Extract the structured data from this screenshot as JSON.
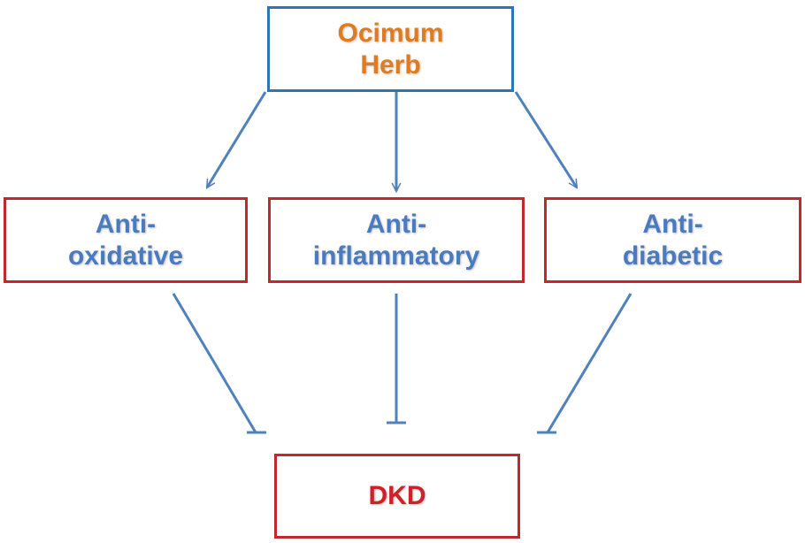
{
  "colors": {
    "source_border": "#2e75b6",
    "source_text": "#e07b20",
    "effect_border": "#c0282d",
    "effect_text": "#4a7bbf",
    "target_text": "#d0202a",
    "connector": "#4f81bd"
  },
  "source": {
    "line1": "Ocimum",
    "line2": "Herb"
  },
  "effects": [
    {
      "line1": "Anti-",
      "line2": "oxidative"
    },
    {
      "line1": "Anti-",
      "line2": "inflammatory"
    },
    {
      "line1": "Anti-",
      "line2": "diabetic"
    }
  ],
  "target": {
    "label": "DKD"
  }
}
